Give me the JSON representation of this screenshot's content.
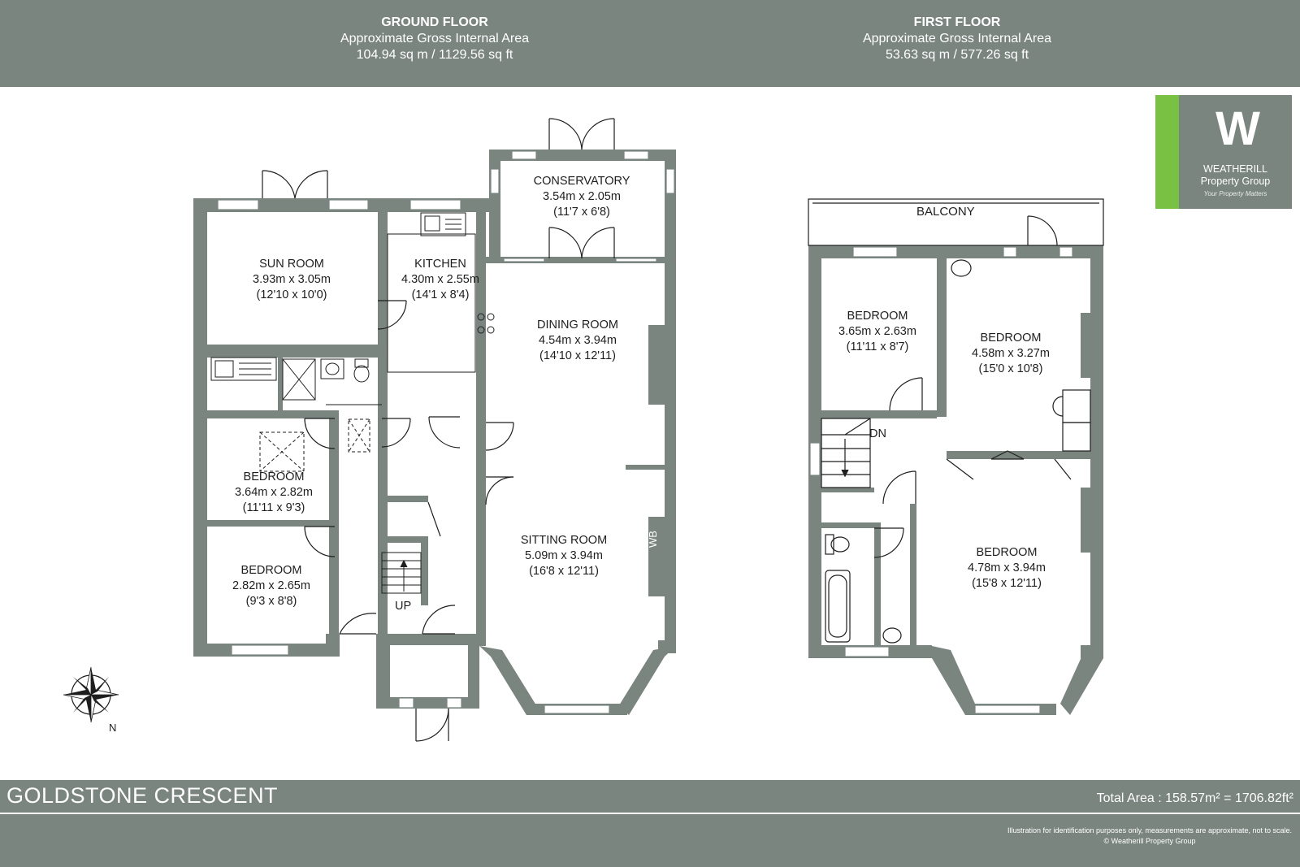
{
  "header": {
    "ground": {
      "title": "GROUND FLOOR",
      "subtitle": "Approximate Gross Internal Area",
      "area": "104.94  sq m / 1129.56 sq ft"
    },
    "first": {
      "title": "FIRST FLOOR",
      "subtitle": "Approximate Gross Internal Area",
      "area": "53.63  sq m / 577.26 sq ft"
    }
  },
  "logo": {
    "mark": "W",
    "line1": "WEATHERILL",
    "line2": "Property Group",
    "tagline": "Your Property Matters",
    "accent": "#79c142"
  },
  "ground_floor": {
    "sun_room": {
      "name": "SUN ROOM",
      "metric": "3.93m x 3.05m",
      "imperial": "(12'10 x 10'0)"
    },
    "kitchen": {
      "name": "KITCHEN",
      "metric": "4.30m x 2.55m",
      "imperial": "(14'1 x 8'4)"
    },
    "conservatory": {
      "name": "CONSERVATORY",
      "metric": "3.54m x 2.05m",
      "imperial": "(11'7 x 6'8)"
    },
    "dining_room": {
      "name": "DINING ROOM",
      "metric": "4.54m x 3.94m",
      "imperial": "(14'10 x 12'11)"
    },
    "bedroom_a": {
      "name": "BEDROOM",
      "metric": "3.64m x 2.82m",
      "imperial": "(11'11 x 9'3)"
    },
    "sitting_room": {
      "name": "SITTING ROOM",
      "metric": "5.09m x 3.94m",
      "imperial": "(16'8 x 12'11)"
    },
    "bedroom_b": {
      "name": "BEDROOM",
      "metric": "2.82m x 2.65m",
      "imperial": "(9'3 x 8'8)"
    },
    "wb": "WB",
    "up": "UP"
  },
  "first_floor": {
    "balcony": "BALCONY",
    "bedroom_1": {
      "name": "BEDROOM",
      "metric": "3.65m x 2.63m",
      "imperial": "(11'11 x 8'7)"
    },
    "bedroom_2": {
      "name": "BEDROOM",
      "metric": "4.58m x 3.27m",
      "imperial": "(15'0 x 10'8)"
    },
    "bedroom_3": {
      "name": "BEDROOM",
      "metric": "4.78m x 3.94m",
      "imperial": "(15'8 x 12'11)"
    },
    "dn": "DN"
  },
  "compass": {
    "label": "N"
  },
  "footer": {
    "address": "GOLDSTONE CRESCENT",
    "total": "Total Area : 158.57m² = 1706.82ft²",
    "disclaimer": "Illustration for identification purposes only, measurements are approximate, not to scale.",
    "copyright": "© Weatherill Property Group"
  },
  "colors": {
    "banner": "#7a8580",
    "wall": "#7a8580",
    "text": "#1e1e1e"
  }
}
